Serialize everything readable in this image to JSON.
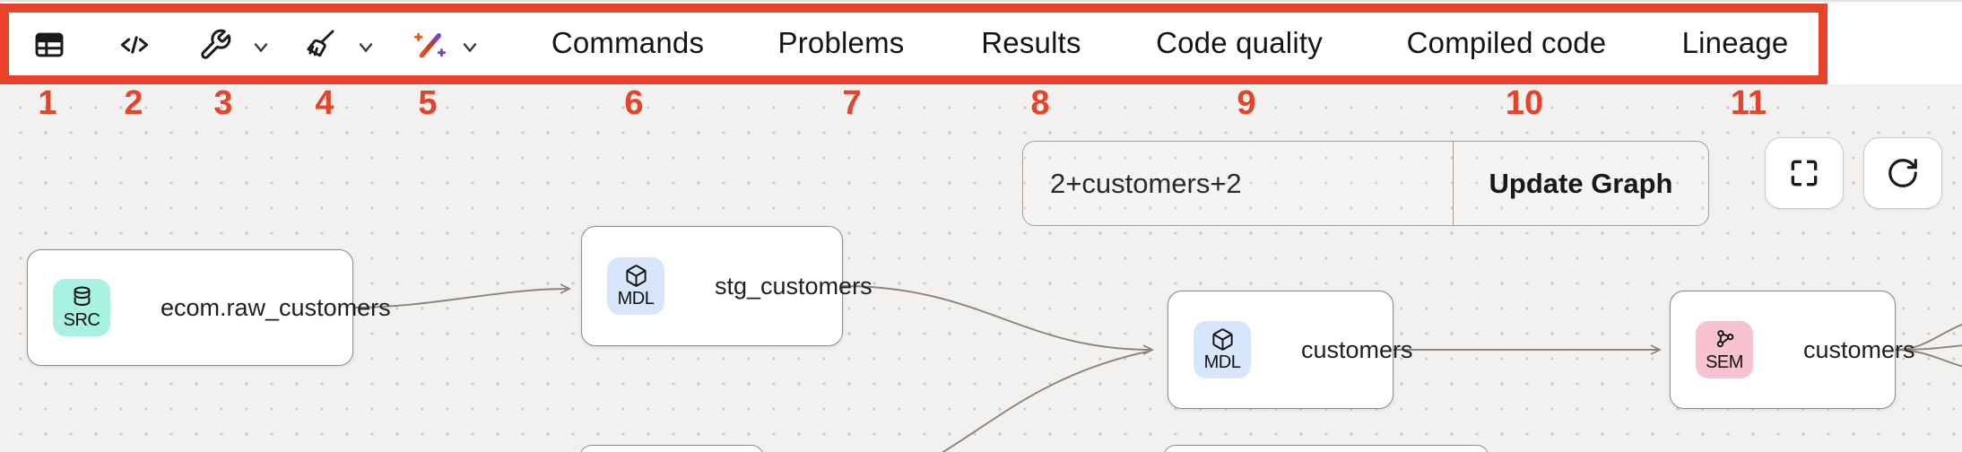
{
  "toolbar": {
    "icons": [
      {
        "name": "table-icon"
      },
      {
        "name": "code-icon"
      },
      {
        "name": "wrench-icon",
        "has_dropdown": true
      },
      {
        "name": "broom-icon",
        "has_dropdown": true
      },
      {
        "name": "magic-wand-icon",
        "has_dropdown": true
      }
    ],
    "tabs": [
      "Commands",
      "Problems",
      "Results",
      "Code quality",
      "Compiled code",
      "Lineage"
    ]
  },
  "annotations": {
    "box_color": "#e8432a",
    "numbers": [
      "1",
      "2",
      "3",
      "4",
      "5",
      "6",
      "7",
      "8",
      "9",
      "10",
      "11"
    ]
  },
  "graph": {
    "search": {
      "value": "2+customers+2",
      "button_label": "Update Graph"
    },
    "controls": [
      {
        "name": "fullscreen-button"
      },
      {
        "name": "refresh-button"
      }
    ],
    "badge_colors": {
      "SRC": "#a9f2e1",
      "MDL": "#d7e6fb",
      "SEM": "#f6c3ce"
    },
    "edge_color": "#8a847e",
    "nodes": [
      {
        "badge": "SRC",
        "icon": "database",
        "label": "ecom.raw_customers"
      },
      {
        "badge": "MDL",
        "icon": "cube",
        "label": "stg_customers"
      },
      {
        "badge": "MDL",
        "icon": "cube",
        "label": "customers"
      },
      {
        "badge": "SEM",
        "icon": "semantic-network",
        "label": "customers"
      }
    ]
  }
}
